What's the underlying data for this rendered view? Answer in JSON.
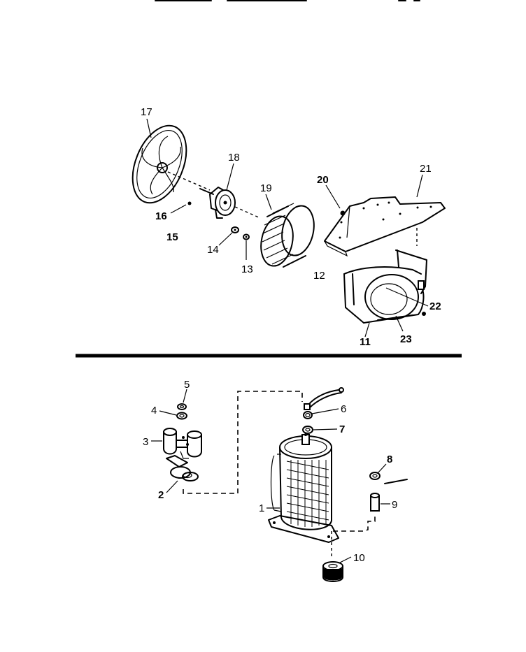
{
  "parts": {
    "p1": "1",
    "p2": "2",
    "p3": "3",
    "p4": "4",
    "p5": "5",
    "p6": "6",
    "p7": "7",
    "p8": "8",
    "p9": "9",
    "p10": "10",
    "p11": "11",
    "p12": "12",
    "p13": "13",
    "p14": "14",
    "p15": "15",
    "p16": "16",
    "p17": "17",
    "p18": "18",
    "p19": "19",
    "p20": "20",
    "p21": "21",
    "p22": "22",
    "p23": "23"
  }
}
